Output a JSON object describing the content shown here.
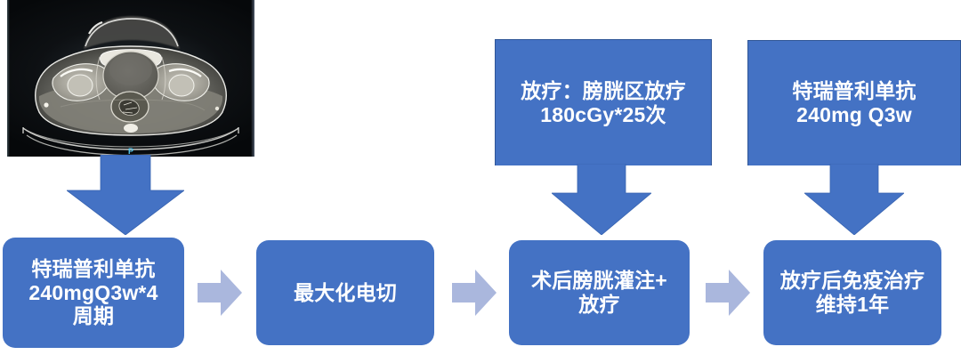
{
  "figure": {
    "type": "treatment-flowchart",
    "title": "",
    "palette": {
      "box_blue": "#4472c4",
      "box_border": "#2f5596",
      "arrow_blue": "#4472c4",
      "arrow_light_blue": "#aab7dd",
      "text_white": "#ffffff",
      "background": "#ffffff",
      "ct_marker_blue": "#57c8ef"
    }
  },
  "image": {
    "name": "pelvic-ct-axial",
    "marker_label": "P",
    "description": "axial pelvic CT scan"
  },
  "top_nodes": [
    {
      "id": "radiotherapy",
      "label": "放疗：膀胱区放疗\n180cGy*25次",
      "line1": "放疗：膀胱区放疗",
      "line2": "180cGy*25次"
    },
    {
      "id": "toripalimab-maintenance",
      "label": "特瑞普利单抗\n240mg Q3w",
      "line1": "特瑞普利单抗",
      "line2": "240mg Q3w"
    }
  ],
  "flow_nodes": [
    {
      "id": "induction-immunotherapy",
      "label": "特瑞普利单抗\n240mgQ3w*4\n周期"
    },
    {
      "id": "maximal-turbt",
      "label": "最大化电切"
    },
    {
      "id": "post-op-instillation",
      "label": "术后膀胱灌注+\n放疗"
    },
    {
      "id": "post-rt-immunotherapy",
      "label": "放疗后免疫治疗\n维持1年"
    }
  ],
  "connectors": [
    {
      "id": "ct-to-node1",
      "kind": "down-arrow",
      "color": "#4472c4"
    },
    {
      "id": "node1-to-node2",
      "kind": "right-arrow",
      "color": "#aab7dd"
    },
    {
      "id": "node2-to-node3",
      "kind": "right-arrow",
      "color": "#aab7dd"
    },
    {
      "id": "node3-to-node4",
      "kind": "right-arrow",
      "color": "#aab7dd"
    },
    {
      "id": "radiotherapy-to-node3",
      "kind": "down-arrow",
      "color": "#4472c4"
    },
    {
      "id": "toripalimab-to-node4",
      "kind": "down-arrow",
      "color": "#4472c4"
    }
  ]
}
